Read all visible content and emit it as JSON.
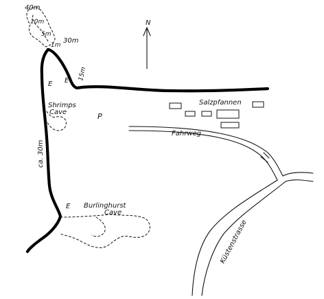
{
  "map": {
    "labels": {
      "depth_40m": "40m",
      "depth_10m": "10m",
      "depth_5m": "5m",
      "depth_1m": "1m",
      "depth_30m": "30m",
      "depth_15m": "15m",
      "entrance_upper_left": "E",
      "entrance_upper_right": "E",
      "entrance_lower": "E",
      "shrimps_cave_line1": "Shrimps",
      "shrimps_cave_line2": "Cave",
      "plateau": "P",
      "length_approx": "ca. 30m",
      "salt_pans": "Salzpfannen",
      "track": "Fahrweg",
      "coast_road": "Küstenstrasse",
      "burlinghurst_line1": "Burlinghurst",
      "burlinghurst_line2": "Cave",
      "north": "N"
    }
  }
}
